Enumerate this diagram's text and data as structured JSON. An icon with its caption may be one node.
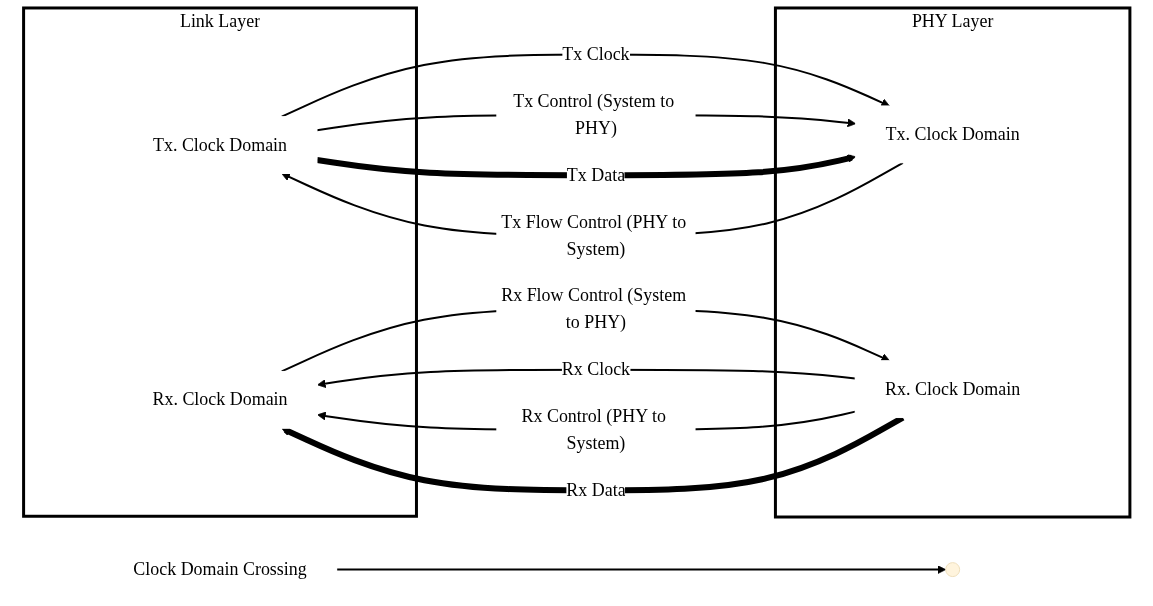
{
  "diagram": {
    "nodes": [
      {
        "text": [
          "Link Layer"
        ]
      },
      {
        "text": [
          "Tx. Clock Domain"
        ],
        "in": 0
      },
      {
        "text": [
          "Rx. Clock Domain"
        ],
        "in": 0
      },
      {
        "text": [
          "PHY Layer"
        ]
      },
      {
        "text": [
          "Tx. Clock Domain"
        ],
        "in": 3
      },
      {
        "text": [
          "Rx. Clock Domain"
        ],
        "in": 3
      },
      {
        "text": [
          "Clock Domain Crossing"
        ]
      }
    ],
    "edges": [
      {
        "from": 1,
        "to": 4,
        "arrow": "to",
        "label": "Tx Clock"
      },
      {
        "from": 1,
        "to": 4,
        "arrow": "to",
        "label": "Tx Control (System to PHY)"
      },
      {
        "from": 1,
        "to": 4,
        "arrow": "to",
        "label": "Tx Data",
        "style": "thick"
      },
      {
        "from": 2,
        "to": 5,
        "arrow": "to",
        "label": "Rx Flow Control (System to PHY)"
      },
      {
        "from": 5,
        "to": 2,
        "arrow": "to",
        "label": "Rx Clock"
      },
      {
        "from": 5,
        "to": 2,
        "arrow": "to",
        "label": "Rx Control (PHY to System)"
      },
      {
        "from": 5,
        "to": 2,
        "arrow": "to",
        "label": "Rx Data",
        "style": "thick"
      },
      {
        "from": 4,
        "to": 1,
        "arrow": "to",
        "label": "Tx Flow Control (PHY to System)"
      },
      {
        "from": 6,
        "to": null,
        "arrow": "to"
      }
    ]
  }
}
